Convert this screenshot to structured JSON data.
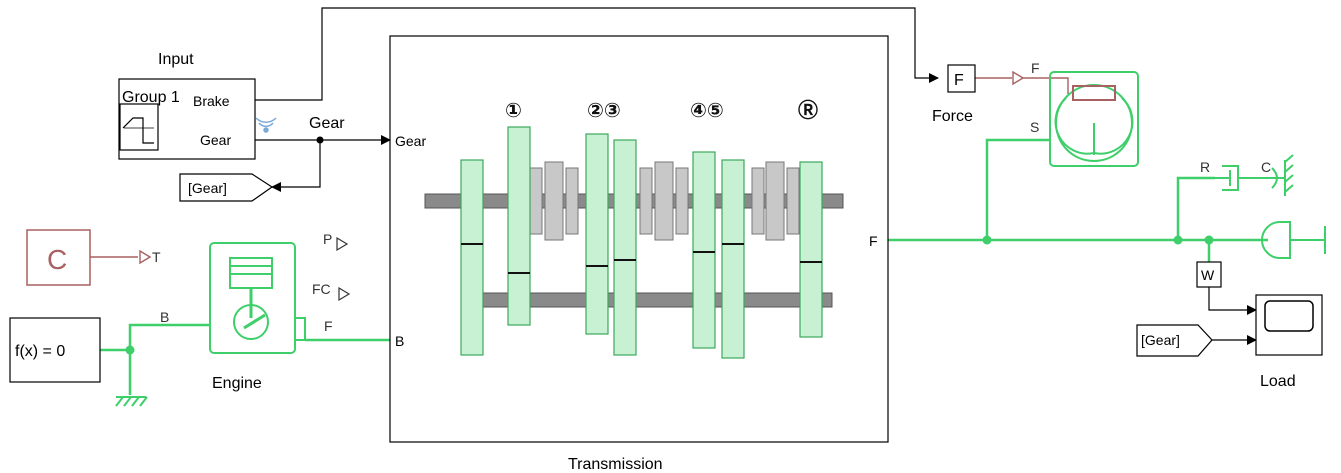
{
  "colors": {
    "physical_line": "#3ecf6a",
    "signal_line": "#000000",
    "ps_line": "#a86060",
    "gear_fill": "#c8f0d2",
    "gear_stroke": "#3ca85c"
  },
  "blocks": {
    "input": {
      "title": "Input",
      "group": "Group 1",
      "port_brake": "Brake",
      "port_gear": "Gear"
    },
    "goto_gear": {
      "label": "[Gear]"
    },
    "from_gear": {
      "label": "[Gear]"
    },
    "constant": {
      "symbol": "C",
      "port": "T"
    },
    "solver": {
      "label": "f(x) = 0"
    },
    "engine": {
      "title": "Engine",
      "port_b": "B",
      "port_f": "F",
      "out_p": "P",
      "out_fc": "FC"
    },
    "transmission": {
      "title": "Transmission",
      "port_gear": "Gear",
      "port_b": "B",
      "port_f": "F",
      "gear_labels": [
        "①",
        "②③",
        "④⑤",
        "Ⓡ"
      ]
    },
    "force": {
      "title": "Force",
      "symbol": "F",
      "port_out": "F",
      "port_s": "S"
    },
    "damper": {
      "port_r": "R",
      "port_c": "C"
    },
    "sensor": {
      "symbol": "W"
    },
    "scope": {
      "title": "Load"
    }
  },
  "signal_labels": {
    "gear_line": "Gear"
  }
}
